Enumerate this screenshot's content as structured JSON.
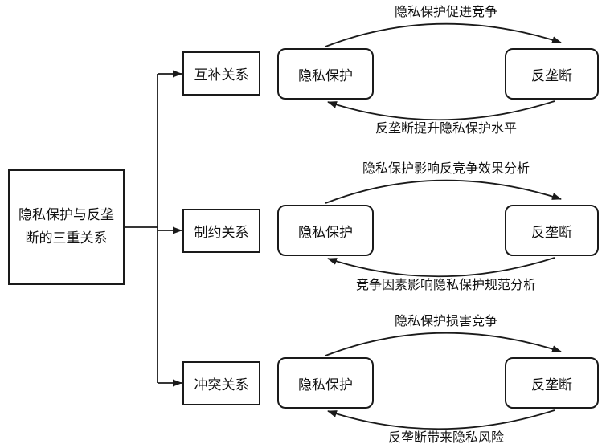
{
  "title": "隐私保护与反垄断的三重关系",
  "colors": {
    "line": "#1a1a1a",
    "background": "#ffffff",
    "text": "#111111"
  },
  "root": {
    "label": "隐私保护与反垄断的三重关系"
  },
  "groups": [
    {
      "relation": "互补关系",
      "left_node": "隐私保护",
      "right_node": "反垄断",
      "forward_label": "隐私保护促进竞争",
      "backward_label": "反垄断提升隐私保护水平"
    },
    {
      "relation": "制约关系",
      "left_node": "隐私保护",
      "right_node": "反垄断",
      "forward_label": "隐私保护影响反竞争效果分析",
      "backward_label": "竞争因素影响隐私保护规范分析"
    },
    {
      "relation": "冲突关系",
      "left_node": "隐私保护",
      "right_node": "反垄断",
      "forward_label": "隐私保护损害竞争",
      "backward_label": "反垄断带来隐私风险"
    }
  ]
}
